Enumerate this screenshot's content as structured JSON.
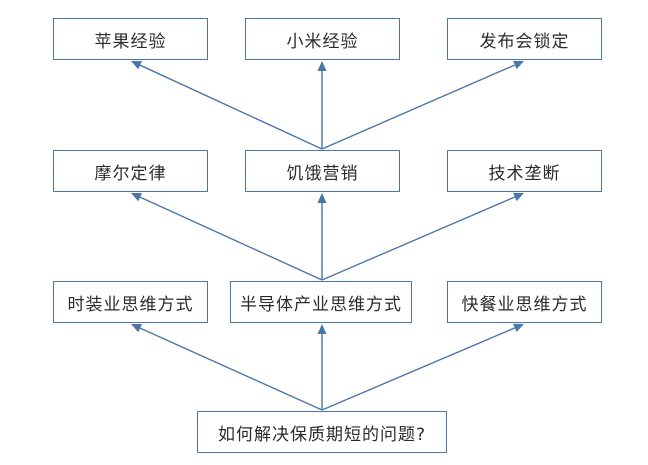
{
  "diagram": {
    "top_row": {
      "apple": "苹果经验",
      "xiaomi": "小米经验",
      "launch_lock": "发布会锁定"
    },
    "middle_row": {
      "moore": "摩尔定律",
      "hunger": "饥饿营销",
      "monopoly": "技术垄断"
    },
    "lower_row": {
      "fashion": "时装业思维方式",
      "semiconductor": "半导体产业思维方式",
      "fastfood": "快餐业思维方式"
    },
    "question": "如何解决保质期短的问题?"
  },
  "colors": {
    "line": "#4a76a8",
    "text": "#2b2b2b"
  }
}
